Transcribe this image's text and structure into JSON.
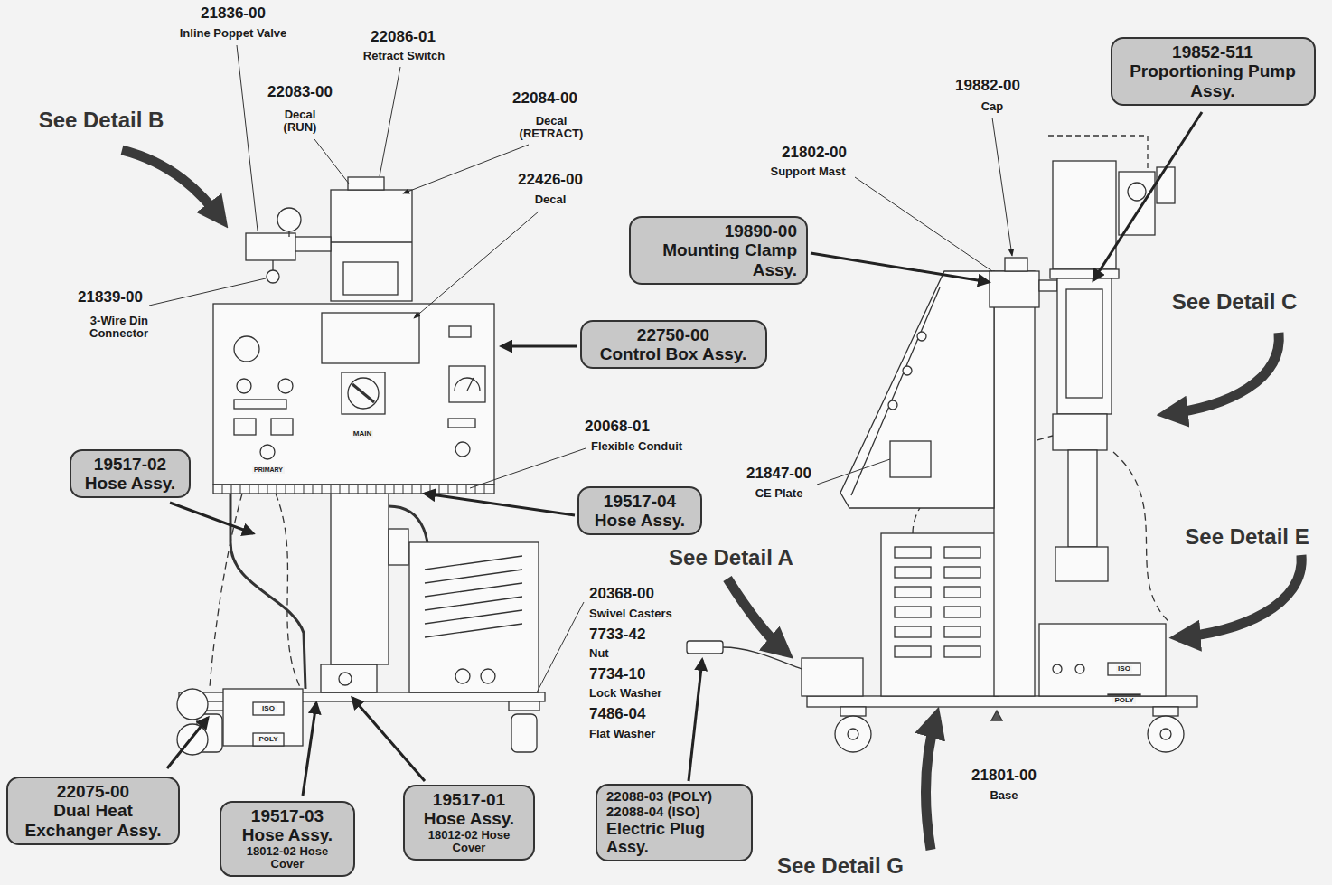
{
  "diagram": {
    "nodes": [
      {
        "text": [
          "19852-511",
          "Proportioning Pump Assy."
        ]
      },
      {
        "text": [
          "19890-00",
          "Mounting Clamp Assy."
        ]
      },
      {
        "text": [
          "22750-00",
          "Control Box Assy."
        ]
      },
      {
        "text": [
          "19517-02",
          "Hose Assy."
        ]
      },
      {
        "text": [
          "19517-04",
          "Hose Assy."
        ]
      },
      {
        "text": [
          "22075-00",
          "Dual Heat Exchanger Assy."
        ]
      },
      {
        "text": [
          "19517-03",
          "Hose Assy.",
          "18012-02 Hose Cover"
        ]
      },
      {
        "text": [
          "19517-01",
          "Hose Assy.",
          "18012-02 Hose Cover"
        ]
      },
      {
        "text": [
          "22088-03 (POLY)",
          "22088-04 (ISO)",
          "Electric Plug Assy."
        ]
      }
    ],
    "labels": [
      "See Detail B",
      "21836-00",
      "Inline Poppet Valve",
      "22086-01",
      "Retract Switch",
      "22083-00",
      "Decal (RUN)",
      "22084-00",
      "Decal (RETRACT)",
      "22426-00",
      "Decal",
      "21839-00",
      "3-Wire Din Connector",
      "20068-01",
      "Flexible Conduit",
      "20368-00",
      "Swivel Casters",
      "7733-42",
      "Nut",
      "7734-10",
      "Lock Washer",
      "7486-04",
      "Flat Washer",
      "19882-00",
      "Cap",
      "21802-00",
      "Support Mast",
      "21847-00",
      "CE Plate",
      "21801-00",
      "Base",
      "See Detail C",
      "See Detail E",
      "See Detail A",
      "See Detail G",
      "MAIN",
      "PRIMARY",
      "ISO",
      "POLY",
      "ISO",
      "POLY"
    ]
  }
}
